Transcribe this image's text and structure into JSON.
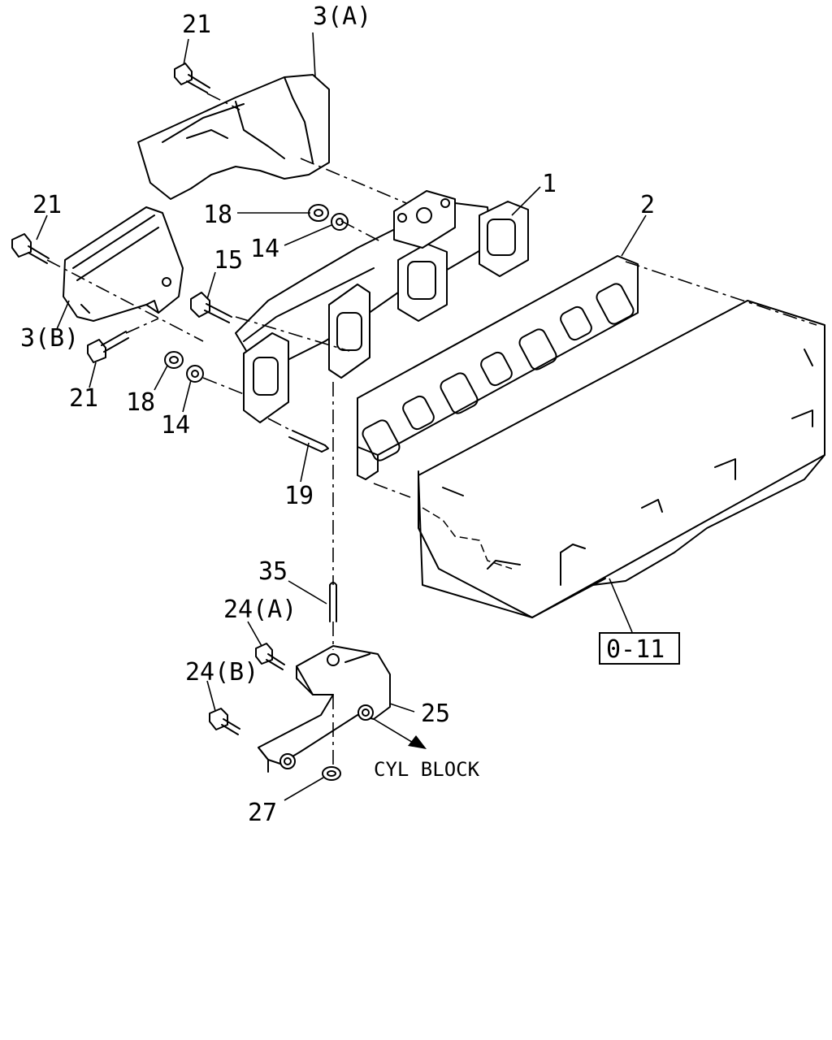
{
  "callouts": {
    "c21_top": "21",
    "c3a": "3(A)",
    "c1": "1",
    "c2": "2",
    "c21_left": "21",
    "c18_top": "18",
    "c14_top": "14",
    "c15": "15",
    "c3b": "3(B)",
    "c21_bottom": "21",
    "c18_bottom": "18",
    "c14_bottom": "14",
    "c19": "19",
    "c35": "35",
    "c24a": "24(A)",
    "c24b": "24(B)",
    "c25": "25",
    "c27": "27"
  },
  "reference_box": "0-11",
  "direction_label": "CYL BLOCK"
}
